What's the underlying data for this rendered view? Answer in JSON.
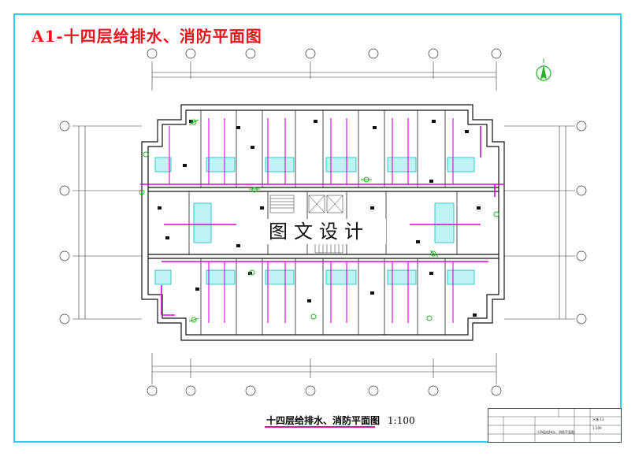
{
  "sheet_title": "A1-十四层给排水、消防平面图",
  "drawing": {
    "watermark": "图文设计",
    "caption": "十四层给排水、消防平面图",
    "scale": "1:100"
  },
  "colors": {
    "frame": "#27d6e6",
    "sheet_title": "#e8141c",
    "pipe": "#e000e0",
    "fixture": "#1ab8b8",
    "equipment": "#22b422",
    "wall": "#111111",
    "axis": "#333333"
  },
  "north_arrow": "north-arrow-icon",
  "titleblock": {
    "drawing_name": "十四层给排水、消防平面图",
    "drawing_no": "水施-13",
    "scale": "1:100"
  }
}
